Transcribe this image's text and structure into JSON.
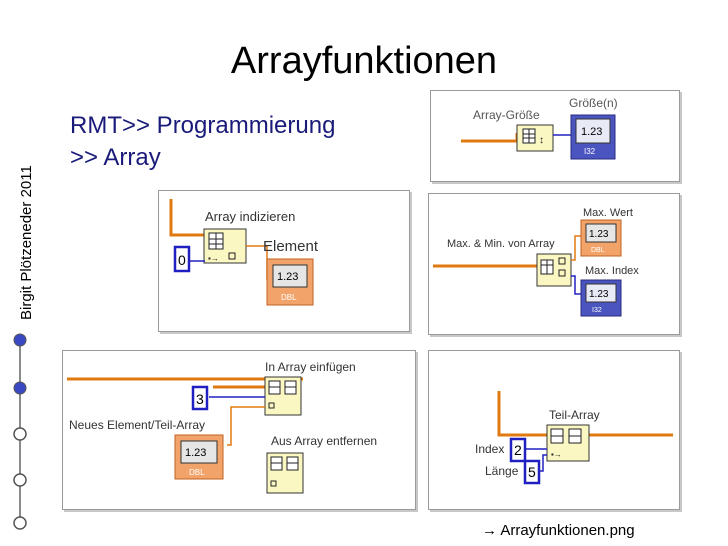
{
  "slide": {
    "title": "Arrayfunktionen",
    "subtitle_line1": "RMT>> Programmierung",
    "subtitle_line2": ">> Array",
    "author": "Birgit Plötzeneder 2011",
    "caption": "→ Arrayfunktionen.png"
  },
  "nav_dots": {
    "count": 5,
    "filled": [
      0,
      1
    ],
    "accent": "#3a48c4"
  },
  "colors": {
    "wire_orange": "#e07a10",
    "wire_blue": "#2020c0",
    "node_yellow": "#fbf7c2",
    "indicator_orange": "#f2a36a",
    "indicator_blue": "#4b55c0"
  },
  "panel_size": {
    "label": "Array-Größe",
    "out_label": "Größe(n)",
    "out_value": "1.23",
    "out_type": "I32"
  },
  "panel_index": {
    "label": "Array indizieren",
    "out_label": "Element",
    "index_const": "0",
    "out_value": "1.23",
    "out_type": "DBL"
  },
  "panel_minmax": {
    "label": "Max. & Min. von Array",
    "max_label": "Max. Wert",
    "max_value": "1.23",
    "max_type": "DBL",
    "idx_label": "Max. Index",
    "idx_value": "1.23",
    "idx_type": "I32"
  },
  "panel_insert": {
    "insert_label": "In Array einfügen",
    "index_const": "3",
    "element_label": "Neues Element/Teil-Array",
    "element_value": "1.23",
    "element_type": "DBL",
    "delete_label": "Aus Array entfernen"
  },
  "panel_subset": {
    "label": "Teil-Array",
    "index_label": "Index",
    "index_value": "2",
    "length_label": "Länge",
    "length_value": "5"
  }
}
